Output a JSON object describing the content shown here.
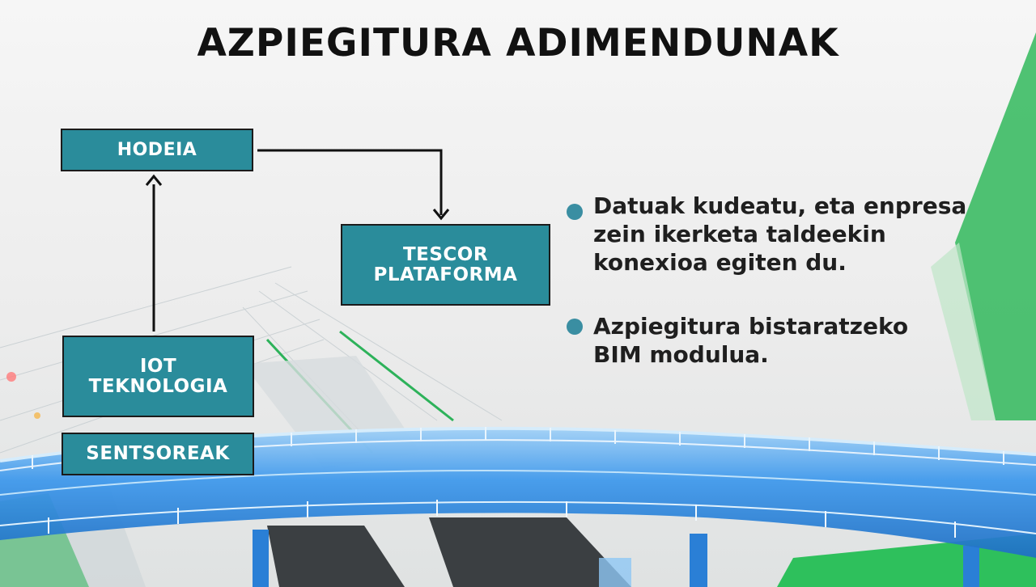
{
  "title": "AZPIEGITURA ADIMENDUNAK",
  "diagram": {
    "nodes": {
      "hodeia": [
        "HODEIA"
      ],
      "tescor": [
        "TESCOR",
        "PLATAFORMA"
      ],
      "iot": [
        "IOT",
        "TEKNOLOGIA"
      ],
      "sentsoreak": [
        "SENTSOREAK"
      ]
    },
    "edges": [
      {
        "from": "iot",
        "to": "hodeia"
      },
      {
        "from": "hodeia",
        "to": "tescor"
      }
    ]
  },
  "bullets": [
    "Datuak kudeatu, eta enpresa\nzein ikerketa taldeekin\nkonexioa egiten du.",
    "Azpiegitura bistaratzeko\nBIM modulua."
  ],
  "colors": {
    "box_fill": "#2a8c9b",
    "bullet_dot": "#3a8ea2",
    "title_text": "#111111",
    "bridge_blue": "#2f8de6"
  }
}
